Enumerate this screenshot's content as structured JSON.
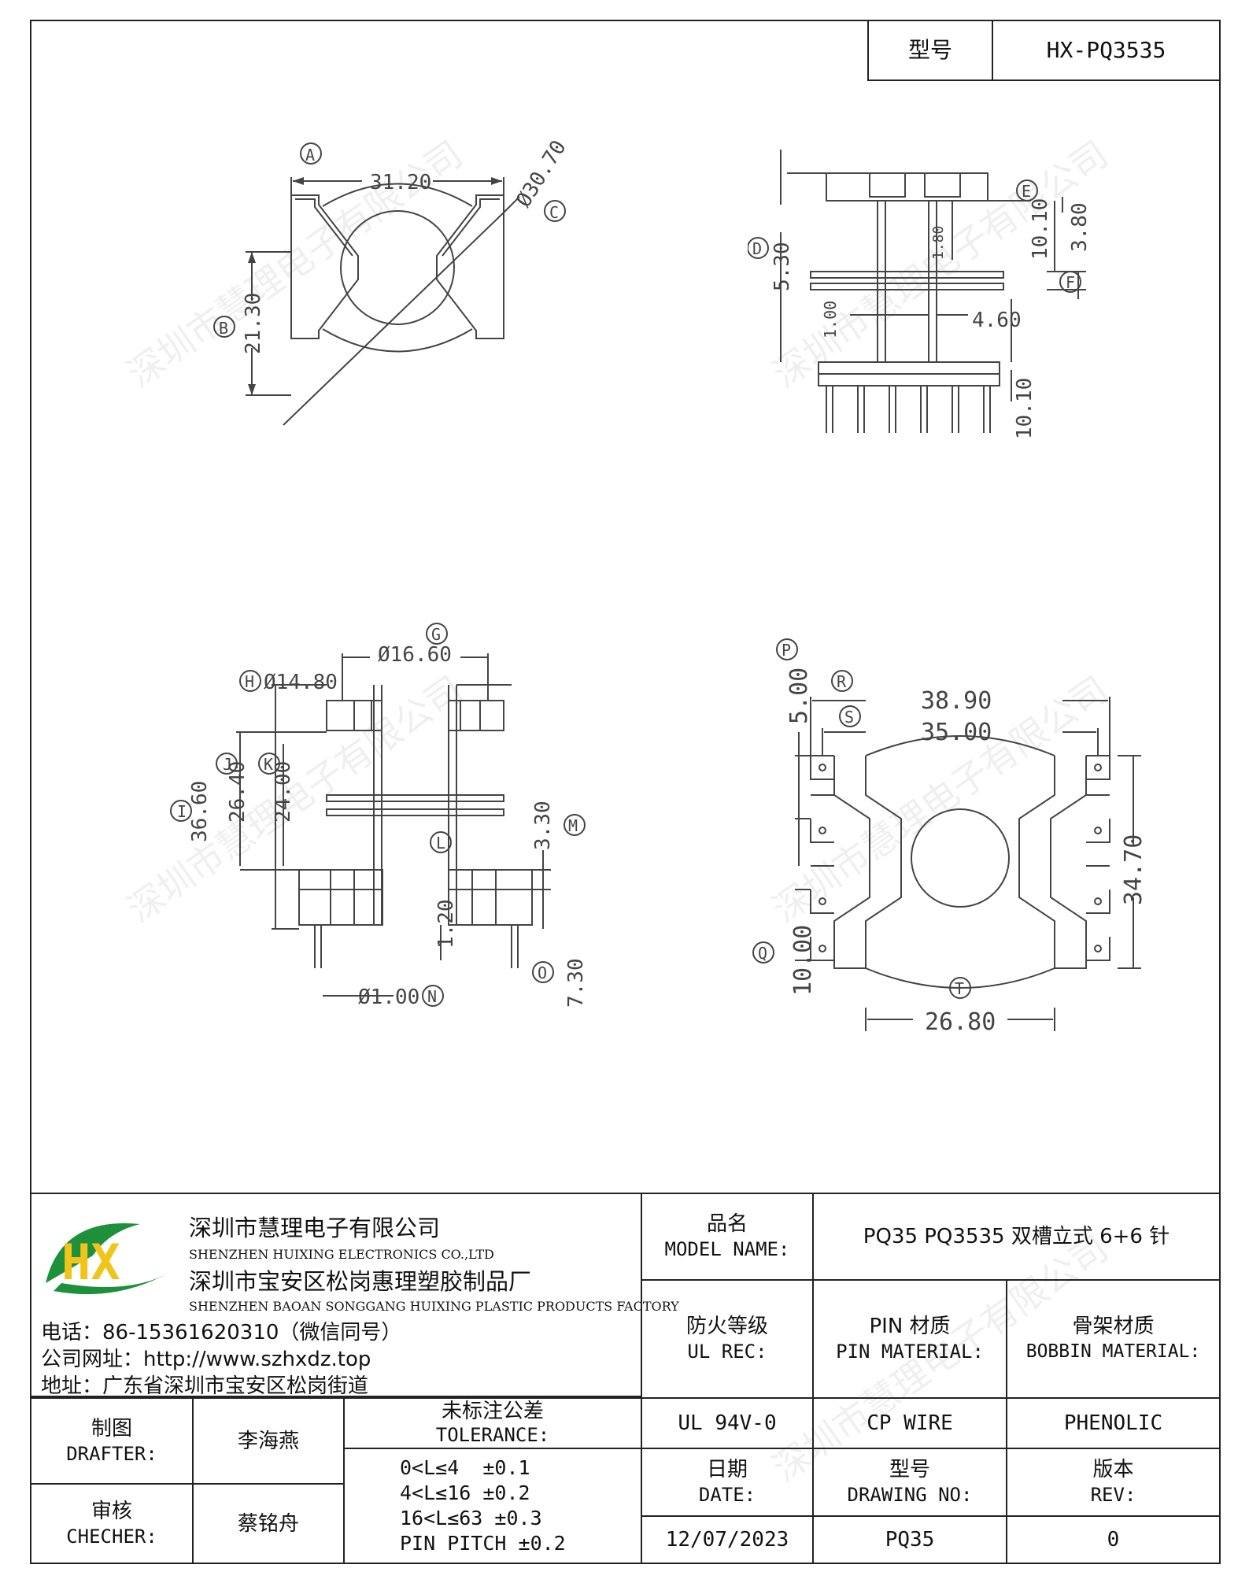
{
  "header": {
    "model_label": "型号",
    "model_value": "HX-PQ3535"
  },
  "watermark": "深圳市慧理电子有限公司",
  "views": {
    "top": {
      "A": "31.20",
      "B": "21.30",
      "C": "Ø30.70"
    },
    "side": {
      "D": "5.30",
      "E": "10.10",
      "E2": "3.80",
      "F1": "1.80",
      "F2": "1.00",
      "F3": "4.60",
      "H2": "10.10"
    },
    "front": {
      "G": "Ø16.60",
      "H": "Ø14.80",
      "I": "36.60",
      "J": "26.40",
      "K": "24.00",
      "L": "1.20",
      "M": "3.30",
      "N": "Ø1.00",
      "O": "7.30"
    },
    "bottom": {
      "P": "5.00",
      "R": "38.90",
      "S": "35.00",
      "Q": "10.00",
      "U": "34.70",
      "T": "26.80"
    }
  },
  "company": {
    "name_cn": "深圳市慧理电子有限公司",
    "name_en": "SHENZHEN HUIXING ELECTRONICS CO.,LTD",
    "factory_cn": "深圳市宝安区松岗惠理塑胶制品厂",
    "factory_en": "SHENZHEN BAOAN SONGGANG HUIXING PLASTIC PRODUCTS FACTORY",
    "phone": "电话：86-15361620310（微信同号）",
    "website": "公司网址：http://www.szhxdz.top",
    "address": "地址：广东省深圳市宝安区松岗街道",
    "logo_letters": "HX"
  },
  "title_block": {
    "model_name_label_cn": "品名",
    "model_name_label_en": "MODEL NAME:",
    "model_name_value": "PQ35 PQ3535 双槽立式 6+6 针",
    "fire_label_cn": "防火等级",
    "fire_label_en": "UL REC:",
    "pin_label_cn": "PIN 材质",
    "pin_label_en": "PIN MATERIAL:",
    "bobbin_label_cn": "骨架材质",
    "bobbin_label_en": "BOBBIN MATERIAL:",
    "fire_value": "UL 94V-0",
    "pin_value": "CP WIRE",
    "bobbin_value": "PHENOLIC",
    "drafter_label_cn": "制图",
    "drafter_label_en": "DRAFTER:",
    "drafter_value": "李海燕",
    "checker_label_cn": "审核",
    "checker_label_en": "CHECHER:",
    "checker_value": "蔡铭舟",
    "tolerance_label_cn": "未标注公差",
    "tolerance_label_en": "TOLERANCE:",
    "tolerance_lines": [
      "0<L≤4  ±0.1",
      "4<L≤16 ±0.2",
      "16<L≤63 ±0.3",
      "PIN PITCH ±0.2"
    ],
    "date_label_cn": "日期",
    "date_label_en": "DATE:",
    "date_value": "12/07/2023",
    "drawing_label_cn": "型号",
    "drawing_label_en": "DRAWING NO:",
    "drawing_value": "PQ35",
    "rev_label_cn": "版本",
    "rev_label_en": "REV:",
    "rev_value": "0"
  }
}
